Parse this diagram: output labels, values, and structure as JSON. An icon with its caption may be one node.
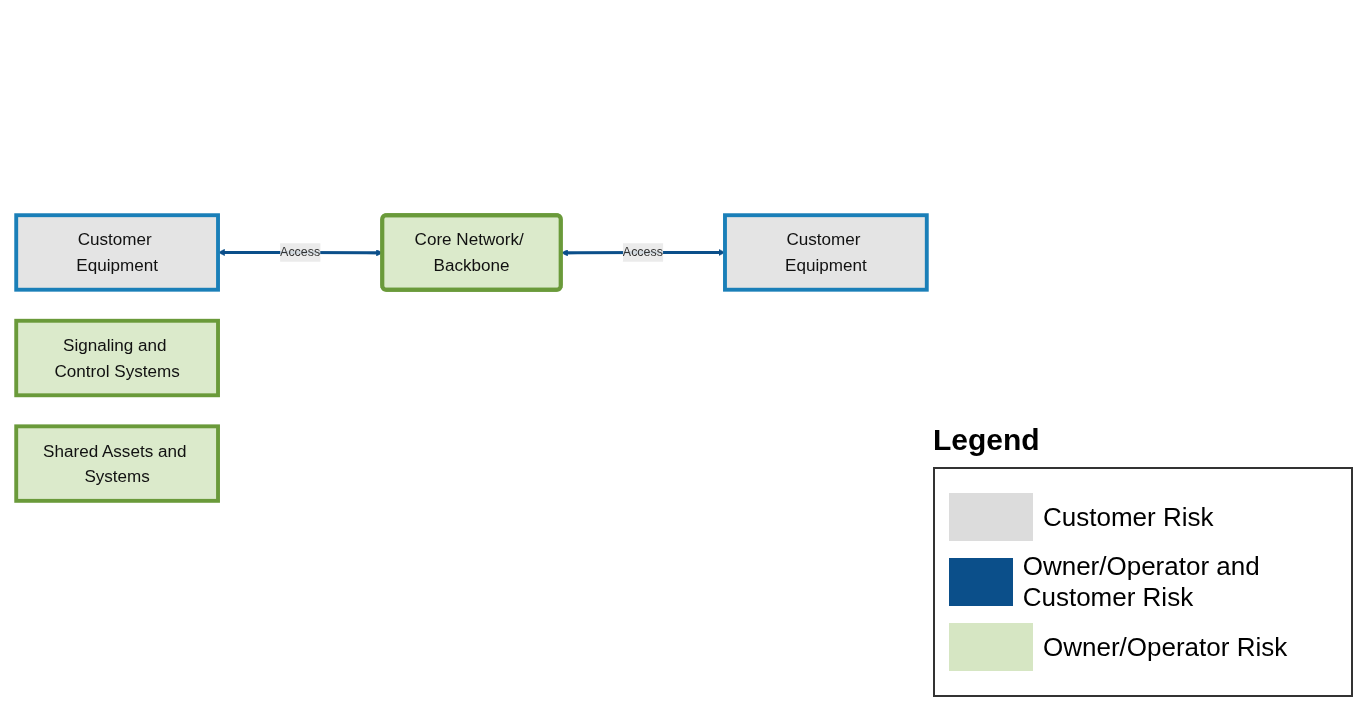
{
  "diagram": {
    "nodes": [
      {
        "text": [
          "Customer Equipment"
        ]
      },
      {
        "text": [
          "Core Network/ Backbone"
        ]
      },
      {
        "text": [
          "Customer Equipment"
        ]
      },
      {
        "text": [
          "Signaling and Control Systems"
        ]
      },
      {
        "text": [
          "Shared Assets and Systems"
        ]
      }
    ],
    "edges": [
      {
        "from": 0,
        "to": 1,
        "arrow": "both",
        "label": "Access"
      },
      {
        "from": 1,
        "to": 2,
        "arrow": "both",
        "label": "Access"
      }
    ],
    "labels": [
      "Legend"
    ],
    "legend": [
      {
        "text": "Customer Risk",
        "color": "#dcdcdc"
      },
      {
        "text": "Owner/Operator and Customer Risk",
        "color": "#0b4f8a"
      },
      {
        "text": "Owner/Operator Risk",
        "color": "#d6e6c3"
      }
    ]
  }
}
